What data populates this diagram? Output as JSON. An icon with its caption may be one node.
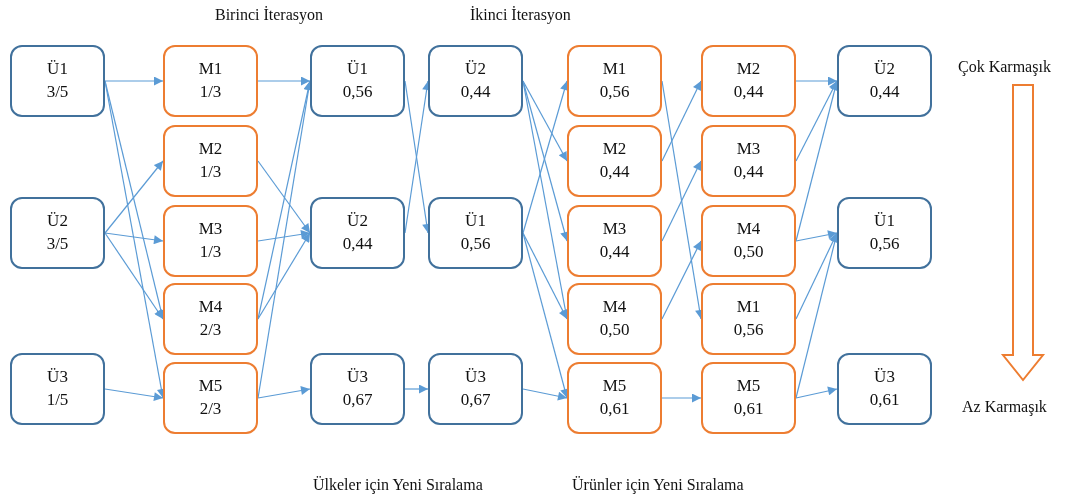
{
  "diagram": {
    "nodes": [
      {
        "text": [
          "Ü1",
          "3/5"
        ]
      },
      {
        "text": [
          "Ü2",
          "3/5"
        ]
      },
      {
        "text": [
          "Ü3",
          "1/5"
        ]
      },
      {
        "text": [
          "M1",
          "1/3"
        ]
      },
      {
        "text": [
          "M2",
          "1/3"
        ]
      },
      {
        "text": [
          "M3",
          "1/3"
        ]
      },
      {
        "text": [
          "M4",
          "2/3"
        ]
      },
      {
        "text": [
          "M5",
          "2/3"
        ]
      },
      {
        "text": [
          "Ü1",
          "0,56"
        ]
      },
      {
        "text": [
          "Ü2",
          "0,44"
        ]
      },
      {
        "text": [
          "Ü3",
          "0,67"
        ]
      },
      {
        "text": [
          "Ü2",
          "0,44"
        ]
      },
      {
        "text": [
          "Ü1",
          "0,56"
        ]
      },
      {
        "text": [
          "Ü3",
          "0,67"
        ]
      },
      {
        "text": [
          "M1",
          "0,56"
        ]
      },
      {
        "text": [
          "M2",
          "0,44"
        ]
      },
      {
        "text": [
          "M3",
          "0,44"
        ]
      },
      {
        "text": [
          "M4",
          "0,50"
        ]
      },
      {
        "text": [
          "M5",
          "0,61"
        ]
      },
      {
        "text": [
          "M2",
          "0,44"
        ]
      },
      {
        "text": [
          "M3",
          "0,44"
        ]
      },
      {
        "text": [
          "M4",
          "0,50"
        ]
      },
      {
        "text": [
          "M1",
          "0,56"
        ]
      },
      {
        "text": [
          "M5",
          "0,61"
        ]
      },
      {
        "text": [
          "Ü2",
          "0,44"
        ]
      },
      {
        "text": [
          "Ü1",
          "0,56"
        ]
      },
      {
        "text": [
          "Ü3",
          "0,61"
        ]
      }
    ],
    "edges": [
      {
        "from": 0,
        "to": 3,
        "arrow": "to"
      },
      {
        "from": 0,
        "to": 6,
        "arrow": "to"
      },
      {
        "from": 0,
        "to": 7,
        "arrow": "to"
      },
      {
        "from": 1,
        "to": 4,
        "arrow": "to"
      },
      {
        "from": 1,
        "to": 5,
        "arrow": "to"
      },
      {
        "from": 1,
        "to": 6,
        "arrow": "to"
      },
      {
        "from": 2,
        "to": 7,
        "arrow": "to"
      },
      {
        "from": 3,
        "to": 8,
        "arrow": "to"
      },
      {
        "from": 4,
        "to": 9,
        "arrow": "to"
      },
      {
        "from": 5,
        "to": 9,
        "arrow": "to"
      },
      {
        "from": 6,
        "to": 8,
        "arrow": "to"
      },
      {
        "from": 6,
        "to": 9,
        "arrow": "to"
      },
      {
        "from": 7,
        "to": 8,
        "arrow": "to"
      },
      {
        "from": 7,
        "to": 10,
        "arrow": "to"
      },
      {
        "from": 8,
        "to": 12,
        "arrow": "to"
      },
      {
        "from": 9,
        "to": 11,
        "arrow": "to"
      },
      {
        "from": 10,
        "to": 13,
        "arrow": "to"
      },
      {
        "from": 11,
        "to": 15,
        "arrow": "to"
      },
      {
        "from": 11,
        "to": 16,
        "arrow": "to"
      },
      {
        "from": 11,
        "to": 17,
        "arrow": "to"
      },
      {
        "from": 12,
        "to": 14,
        "arrow": "to"
      },
      {
        "from": 12,
        "to": 17,
        "arrow": "to"
      },
      {
        "from": 12,
        "to": 18,
        "arrow": "to"
      },
      {
        "from": 13,
        "to": 18,
        "arrow": "to"
      },
      {
        "from": 14,
        "to": 22,
        "arrow": "to"
      },
      {
        "from": 15,
        "to": 19,
        "arrow": "to"
      },
      {
        "from": 16,
        "to": 20,
        "arrow": "to"
      },
      {
        "from": 17,
        "to": 21,
        "arrow": "to"
      },
      {
        "from": 18,
        "to": 23,
        "arrow": "to"
      },
      {
        "from": 19,
        "to": 24,
        "arrow": "to"
      },
      {
        "from": 20,
        "to": 24,
        "arrow": "to"
      },
      {
        "from": 21,
        "to": 24,
        "arrow": "to"
      },
      {
        "from": 21,
        "to": 25,
        "arrow": "to"
      },
      {
        "from": 22,
        "to": 25,
        "arrow": "to"
      },
      {
        "from": 23,
        "to": 25,
        "arrow": "to"
      },
      {
        "from": 23,
        "to": 26,
        "arrow": "to"
      }
    ],
    "labels": [
      "Birinci İterasyon",
      "İkinci İterasyon",
      "Çok Karmaşık",
      "Az Karmaşık",
      "Ülkeler için Yeni Sıralama",
      "Ürünler için Yeni Sıralama"
    ]
  }
}
